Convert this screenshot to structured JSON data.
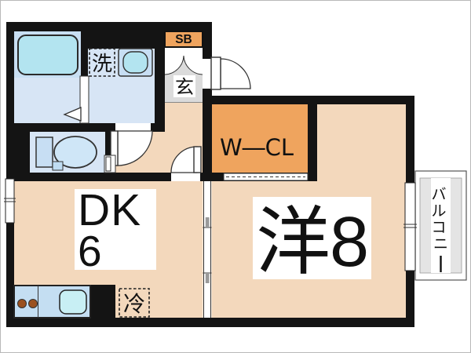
{
  "plan": {
    "type": "japanese-apartment-floor-plan",
    "rooms": {
      "dining_kitchen": {
        "label": "DK",
        "size": "6"
      },
      "western_room": {
        "label": "洋",
        "size": "8"
      },
      "walk_in_closet": {
        "label": "W―CL"
      },
      "entrance": {
        "label": "玄",
        "shoe_box_label": "SB"
      },
      "balcony": {
        "label": "バルコニー",
        "chars": [
          "バ",
          "ル",
          "コ",
          "ニ",
          "ー"
        ]
      }
    },
    "fixtures": {
      "washing_machine": {
        "label": "洗"
      },
      "refrigerator": {
        "label": "冷"
      }
    },
    "colors": {
      "wall": "#141414",
      "floor_peach": "#F3D8BC",
      "wet_room_blue": "#D7E5F5",
      "fixture_blue": "#C7DEF3",
      "tub_cyan": "#B3E4F0",
      "closet_orange": "#EFA45E",
      "entrance_gray": "#DBDBDB",
      "balcony_gray": "#E4E4E4",
      "burner_brown": "#9B511F"
    }
  }
}
